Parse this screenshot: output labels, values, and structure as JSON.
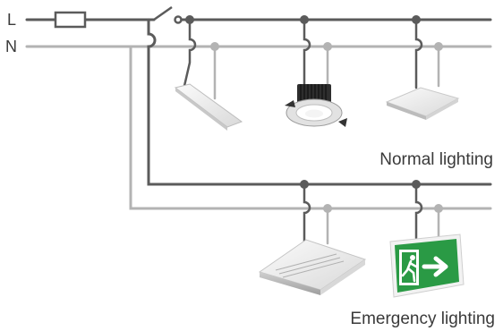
{
  "diagram": {
    "conductor_labels": {
      "live": "L",
      "neutral": "N"
    },
    "section_labels": {
      "normal": "Normal lighting",
      "emergency": "Emergency lighting"
    },
    "colors": {
      "live_wire": "#5b5b5b",
      "neutral_wire": "#b3b3b3",
      "sign_green": "#2a9a45",
      "text": "#3a3a3a"
    },
    "components": {
      "fuse": "fuse-symbol",
      "switch": "switch-symbol",
      "normal_luminaires": [
        "linear-luminaire",
        "downlight",
        "panel-luminaire"
      ],
      "emergency_luminaires": [
        "emergency-luminaire",
        "exit-sign"
      ],
      "exit_sign_icons": [
        "running-man-icon",
        "arrow-right-icon"
      ]
    }
  }
}
